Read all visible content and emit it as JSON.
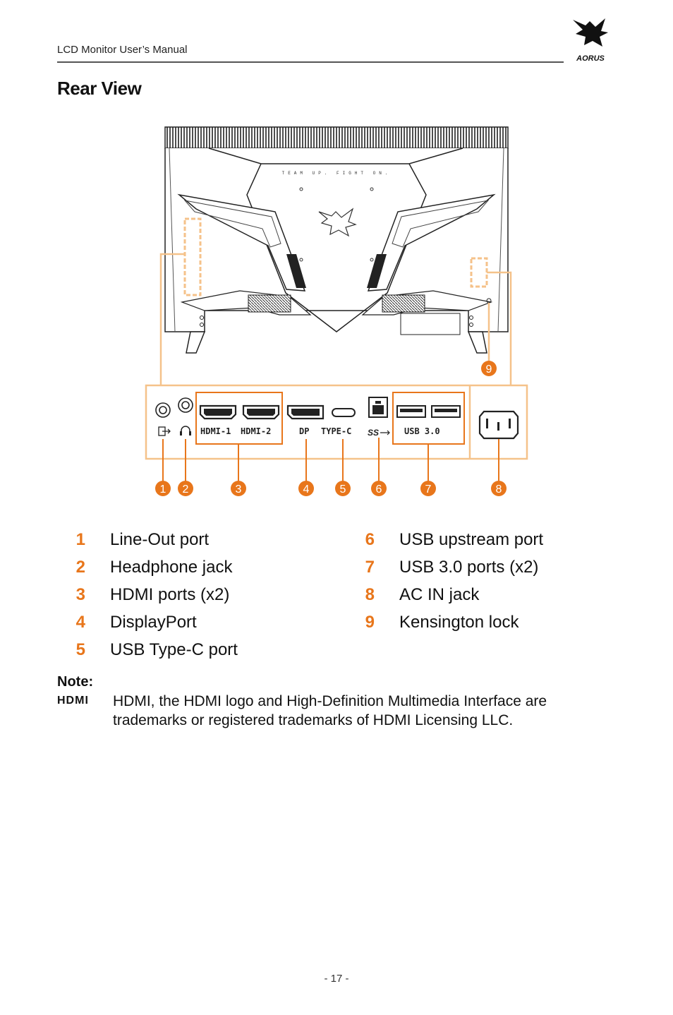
{
  "header": {
    "manual_title": "LCD Monitor User’s Manual",
    "brand": "AORUS"
  },
  "section": {
    "title": "Rear View"
  },
  "diagram": {
    "panel_text": "TEAM UP. FIGHT ON.",
    "port_labels": {
      "hdmi1": "HDMI-1",
      "hdmi2": "HDMI-2",
      "dp": "DP",
      "typec": "TYPE-C",
      "usb_up": "SS",
      "usb3": "USB 3.0"
    },
    "callouts": [
      "1",
      "2",
      "3",
      "4",
      "5",
      "6",
      "7",
      "8",
      "9"
    ],
    "accent_color": "#e8761b",
    "highlight_color": "#f5c28a"
  },
  "legend": {
    "left": [
      {
        "num": "1",
        "label": "Line-Out port"
      },
      {
        "num": "2",
        "label": "Headphone jack"
      },
      {
        "num": "3",
        "label": "HDMI ports (x2)"
      },
      {
        "num": "4",
        "label": "DisplayPort"
      },
      {
        "num": "5",
        "label": "USB Type-C port"
      }
    ],
    "right": [
      {
        "num": "6",
        "label": "USB upstream port"
      },
      {
        "num": "7",
        "label": "USB 3.0 ports (x2)"
      },
      {
        "num": "8",
        "label": "AC IN jack"
      },
      {
        "num": "9",
        "label": "Kensington lock"
      }
    ]
  },
  "note": {
    "title": "Note:",
    "logo_text": "HDMI",
    "text": "HDMI, the HDMI logo and High-Definition Multimedia Interface are trademarks or registered trademarks of HDMI Licensing LLC."
  },
  "footer": {
    "page_number": "- 17 -"
  }
}
